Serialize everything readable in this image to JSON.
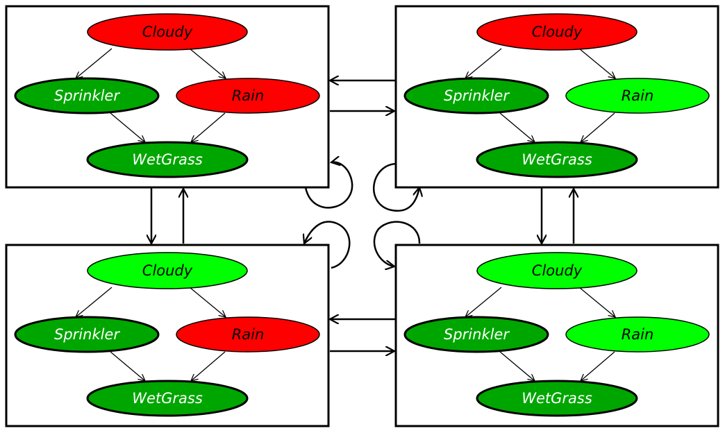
{
  "colors": {
    "red": "#ff0000",
    "light_green": "#00ff00",
    "dark_green": "#00a600",
    "stroke": "#000000"
  },
  "node_labels": {
    "cloudy": "Cloudy",
    "sprinkler": "Sprinkler",
    "rain": "Rain",
    "wetgrass": "WetGrass"
  },
  "networks": [
    {
      "id": "top-left",
      "states": {
        "cloudy": "red",
        "sprinkler": "dark_green",
        "rain": "red",
        "wetgrass": "dark_green"
      }
    },
    {
      "id": "top-right",
      "states": {
        "cloudy": "red",
        "sprinkler": "dark_green",
        "rain": "light_green",
        "wetgrass": "dark_green"
      }
    },
    {
      "id": "bottom-left",
      "states": {
        "cloudy": "light_green",
        "sprinkler": "dark_green",
        "rain": "red",
        "wetgrass": "dark_green"
      }
    },
    {
      "id": "bottom-right",
      "states": {
        "cloudy": "light_green",
        "sprinkler": "dark_green",
        "rain": "light_green",
        "wetgrass": "dark_green"
      }
    }
  ],
  "transitions": [
    {
      "from": "top-right",
      "to": "top-left"
    },
    {
      "from": "top-left",
      "to": "top-right"
    },
    {
      "from": "bottom-right",
      "to": "bottom-left"
    },
    {
      "from": "bottom-left",
      "to": "bottom-right"
    },
    {
      "from": "top-left",
      "to": "bottom-left"
    },
    {
      "from": "bottom-left",
      "to": "top-left"
    },
    {
      "from": "top-right",
      "to": "bottom-right"
    },
    {
      "from": "bottom-right",
      "to": "top-right"
    },
    {
      "from": "top-left",
      "to": "top-left"
    },
    {
      "from": "top-right",
      "to": "top-right"
    },
    {
      "from": "bottom-left",
      "to": "bottom-left"
    },
    {
      "from": "bottom-right",
      "to": "bottom-right"
    }
  ]
}
